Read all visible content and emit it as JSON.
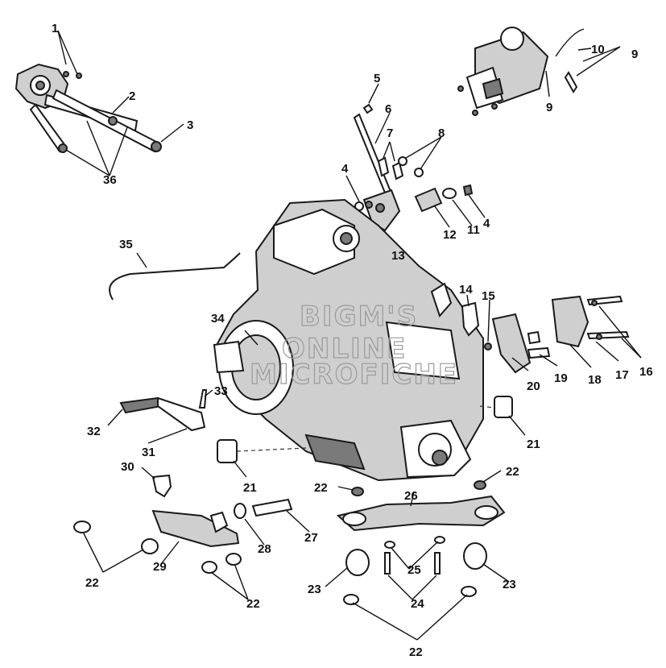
{
  "watermark": {
    "line1": "BIGM'S",
    "line2": "ONLINE",
    "line3": "MICROFICHE"
  },
  "callouts": {
    "c1": "1",
    "c2": "2",
    "c3": "3",
    "c36": "36",
    "c5": "5",
    "c6": "6",
    "c7": "7",
    "c8": "8",
    "c4a": "4",
    "c4b": "4",
    "c9a": "9",
    "c9b": "9",
    "c10": "10",
    "c12": "12",
    "c11": "11",
    "c13": "13",
    "c35": "35",
    "c34": "34",
    "c14": "14",
    "c15": "15",
    "c16": "16",
    "c17": "17",
    "c18": "18",
    "c19": "19",
    "c20": "20",
    "c21a": "21",
    "c21b": "21",
    "c33": "33",
    "c32": "32",
    "c31": "31",
    "c30": "30",
    "c22a": "22",
    "c22b": "22",
    "c22c": "22",
    "c22d": "22",
    "c22e": "22",
    "c26": "26",
    "c27": "27",
    "c28": "28",
    "c29": "29",
    "c25": "25",
    "c24": "24",
    "c23a": "23",
    "c23b": "23"
  }
}
